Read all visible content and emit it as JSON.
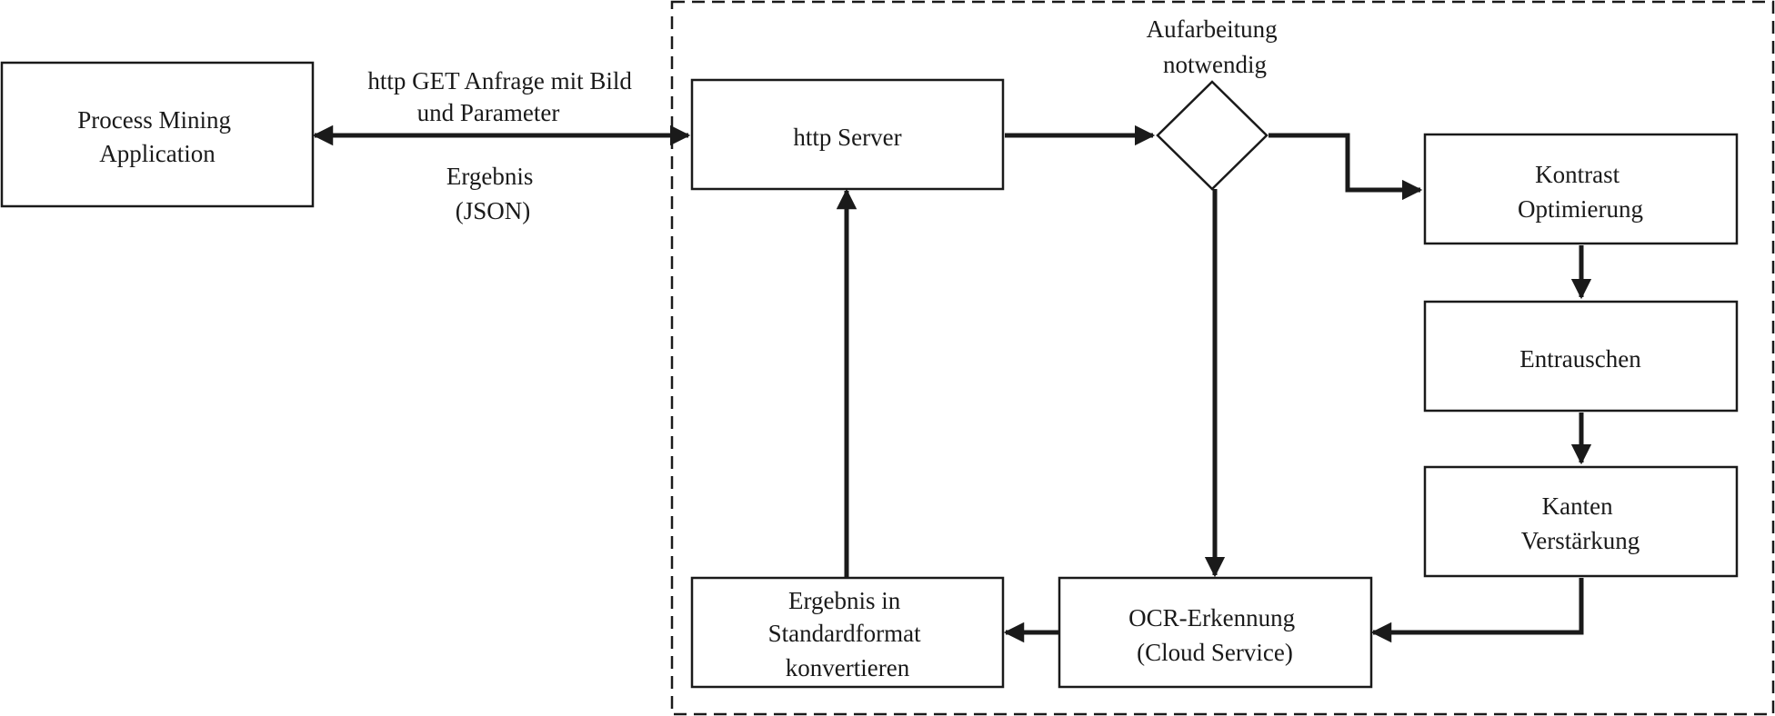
{
  "nodes": {
    "process_mining_app": {
      "lines": [
        "Process Mining",
        "Application"
      ]
    },
    "http_server": {
      "lines": [
        "http Server"
      ]
    },
    "decision": {
      "lines": [
        "Aufarbeitung",
        "notwendig"
      ]
    },
    "kontrast": {
      "lines": [
        "Kontrast",
        "Optimierung"
      ]
    },
    "entrauschen": {
      "lines": [
        "Entrauschen"
      ]
    },
    "kanten": {
      "lines": [
        "Kanten",
        "Verstärkung"
      ]
    },
    "ocr": {
      "lines": [
        "OCR-Erkennung",
        "(Cloud Service)"
      ]
    },
    "ergebnis_konvertieren": {
      "lines": [
        "Ergebnis in",
        "Standardformat",
        "konvertieren"
      ]
    }
  },
  "edge_labels": {
    "request": [
      "http GET Anfrage mit Bild",
      "und Parameter"
    ],
    "response": [
      "Ergebnis",
      "(JSON)"
    ]
  }
}
